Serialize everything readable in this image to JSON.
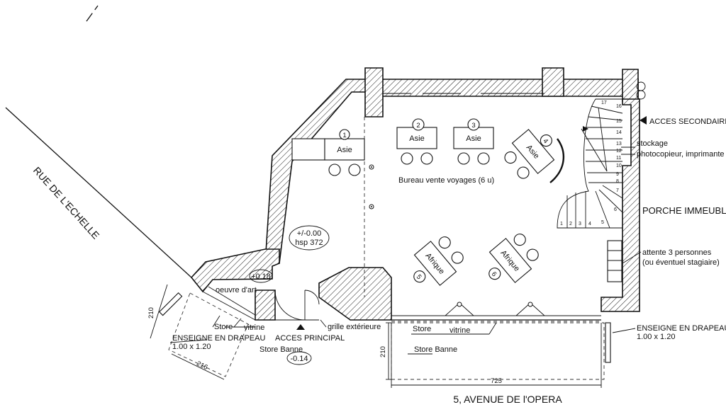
{
  "street_left": "RUE DE L'ECHELLE",
  "street_bottom": "5, AVENUE DE  l'OPERA",
  "access_secondary": "ACCES  SECONDAIRE",
  "access_main": "ACCES  PRINCIPAL",
  "porch": "PORCHE IMMEUBLE",
  "storage": "stockage",
  "copier": "photocopieur, imprimante",
  "waiting_line1": "attente 3 personnes",
  "waiting_line2": "(ou éventuel stagiaire)",
  "office_label": "Bureau vente voyages (6 u)",
  "level_main": "+/-0.00",
  "ceiling_height": "hsp 372",
  "level_entry": "+0.18",
  "level_street": "-0.14",
  "artwork": "oeuvre d'art",
  "grille": "grille extérieure",
  "sign_left_title": "ENSEIGNE EN DRAPEAU",
  "sign_left_size": "1.00 x 1.20",
  "sign_right_title": "ENSEIGNE EN DRAPEAU",
  "sign_right_size": "1.00 x 1.20",
  "awning_left": "Store Banne",
  "awning_right": "Store Banne",
  "store_left": "Store",
  "store_right": "Store",
  "vitrine_left": "vitrine",
  "vitrine_right": "vitrine",
  "dim_left_depth": "210",
  "dim_left_width": "216",
  "dim_right_depth": "210",
  "dim_right_width": "725",
  "desks": [
    {
      "number": "1",
      "region": "Asie"
    },
    {
      "number": "2",
      "region": "Asie"
    },
    {
      "number": "3",
      "region": "Asie"
    },
    {
      "number": "4",
      "region": "Asie"
    },
    {
      "number": "5",
      "region": "Afrique"
    },
    {
      "number": "6",
      "region": "Afrique"
    }
  ],
  "stair_steps_right": [
    "17",
    "16",
    "15",
    "14",
    "13",
    "12",
    "11",
    "10",
    "9",
    "8",
    "7",
    "6"
  ],
  "stair_steps_bottom": [
    "1",
    "2",
    "3",
    "4",
    "5"
  ]
}
